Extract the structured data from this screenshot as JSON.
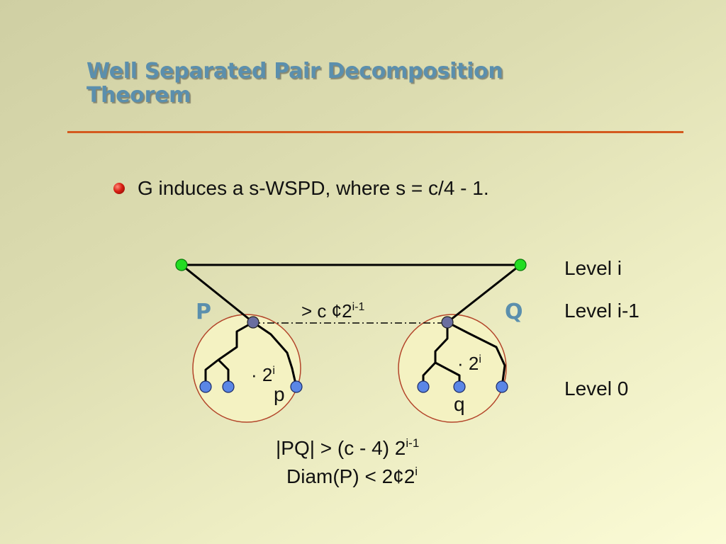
{
  "slide": {
    "title_line1": "Well Separated Pair Decomposition",
    "title_line2": "Theorem",
    "bullet": "G induces a s-WSPD, where s = c/4 - 1."
  },
  "diagram": {
    "set_p_label": "P",
    "set_q_label": "Q",
    "point_p_label": "p",
    "point_q_label": "q",
    "levels": [
      "Level i",
      "Level i-1",
      "Level 0"
    ],
    "distance_label": {
      "main": "> c ¢2",
      "sup": "i-1"
    },
    "radius_label_p": {
      "main": "· 2",
      "sup": "i"
    },
    "radius_label_q": {
      "main": "· 2",
      "sup": "i"
    },
    "formula_line1": {
      "main": "|PQ| > (c - 4) 2",
      "sup": "i-1"
    },
    "formula_line2": {
      "main": "Diam(P) < 2¢2",
      "sup": "i"
    }
  },
  "colors": {
    "title": "#5b8fad",
    "rule": "#d45a1e",
    "circle_stroke": "#b3452a",
    "circle_fill": "#f4f2c2",
    "top_nodes": "#22dd22",
    "leaf_nodes": "#5a86e6",
    "internal_nodes": "#6a6ea0"
  }
}
